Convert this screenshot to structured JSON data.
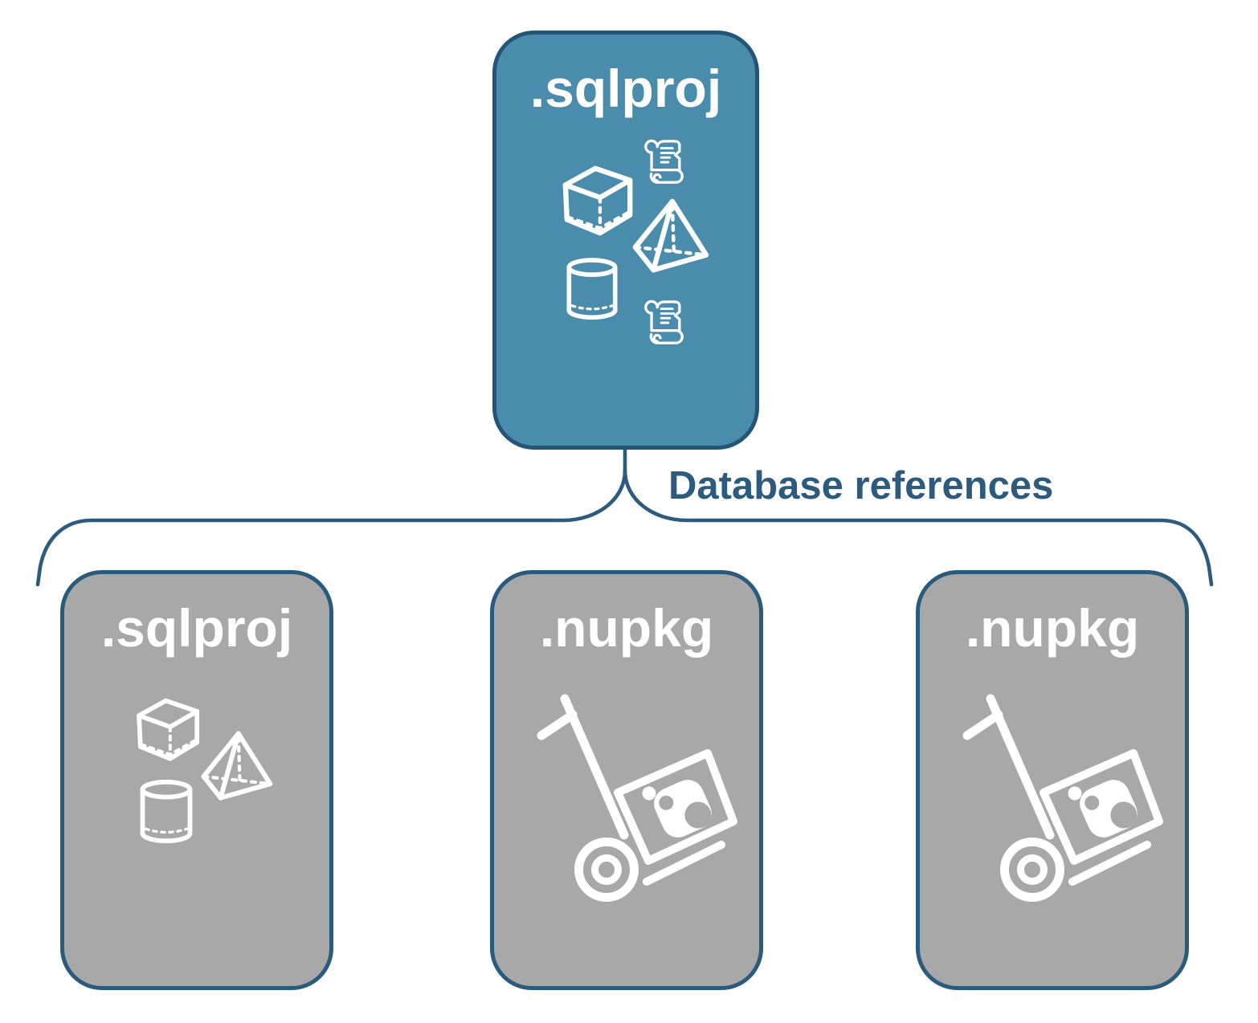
{
  "diagram": {
    "root": {
      "label": ".sqlproj",
      "variant": "primary",
      "icons": [
        "scroll-icon",
        "cube-icon",
        "pyramid-icon",
        "cylinder-icon",
        "scroll-icon"
      ]
    },
    "connector_label": "Database references",
    "children": [
      {
        "label": ".sqlproj",
        "variant": "secondary",
        "icons": [
          "cube-icon",
          "pyramid-icon",
          "cylinder-icon"
        ]
      },
      {
        "label": ".nupkg",
        "variant": "secondary",
        "icons": [
          "hand-truck-icon"
        ]
      },
      {
        "label": ".nupkg",
        "variant": "secondary",
        "icons": [
          "hand-truck-icon"
        ]
      }
    ]
  },
  "colors": {
    "background": "#ffffff",
    "accent_fill": "#4a8cab",
    "accent_border": "#245476",
    "muted_fill": "#a8a8a8",
    "muted_border": "#2a5a7c",
    "connector": "#2d5b7e",
    "label_text": "#ffffff",
    "icon_stroke": "#ffffff"
  }
}
